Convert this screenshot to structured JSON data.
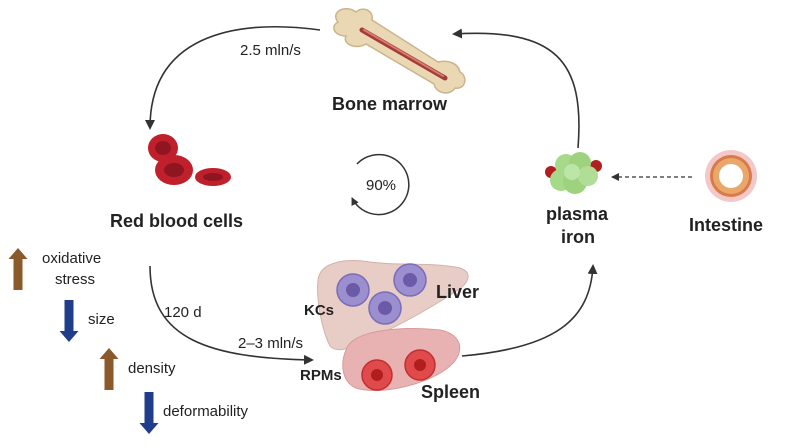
{
  "nodes": {
    "bone_marrow": "Bone marrow",
    "red_blood_cells": "Red blood cells",
    "plasma_iron_line1": "plasma",
    "plasma_iron_line2": "iron",
    "intestine": "Intestine",
    "liver": "Liver",
    "spleen": "Spleen",
    "kcs": "KCs",
    "rpms": "RPMs"
  },
  "flows": {
    "marrow_to_rbc": "2.5 mln/s",
    "recycling_percent": "90%",
    "rbc_lifespan": "120 d",
    "rbc_clearance": "2–3 mln/s"
  },
  "aging_changes": [
    {
      "label_line1": "oxidative",
      "label_line2": "stress",
      "direction": "up",
      "color": "#8a5a2b"
    },
    {
      "label_line1": "size",
      "label_line2": "",
      "direction": "down",
      "color": "#1f3d8a"
    },
    {
      "label_line1": "density",
      "label_line2": "",
      "direction": "up",
      "color": "#8a5a2b"
    },
    {
      "label_line1": "deformability",
      "label_line2": "",
      "direction": "down",
      "color": "#1f3d8a"
    }
  ],
  "colors": {
    "rbc": "#c0202c",
    "kc_cell": "#9b8fd0",
    "rpm_cell": "#e04a4a",
    "iron_cluster": "#a6d98a",
    "bone": "#e8d5b0"
  }
}
